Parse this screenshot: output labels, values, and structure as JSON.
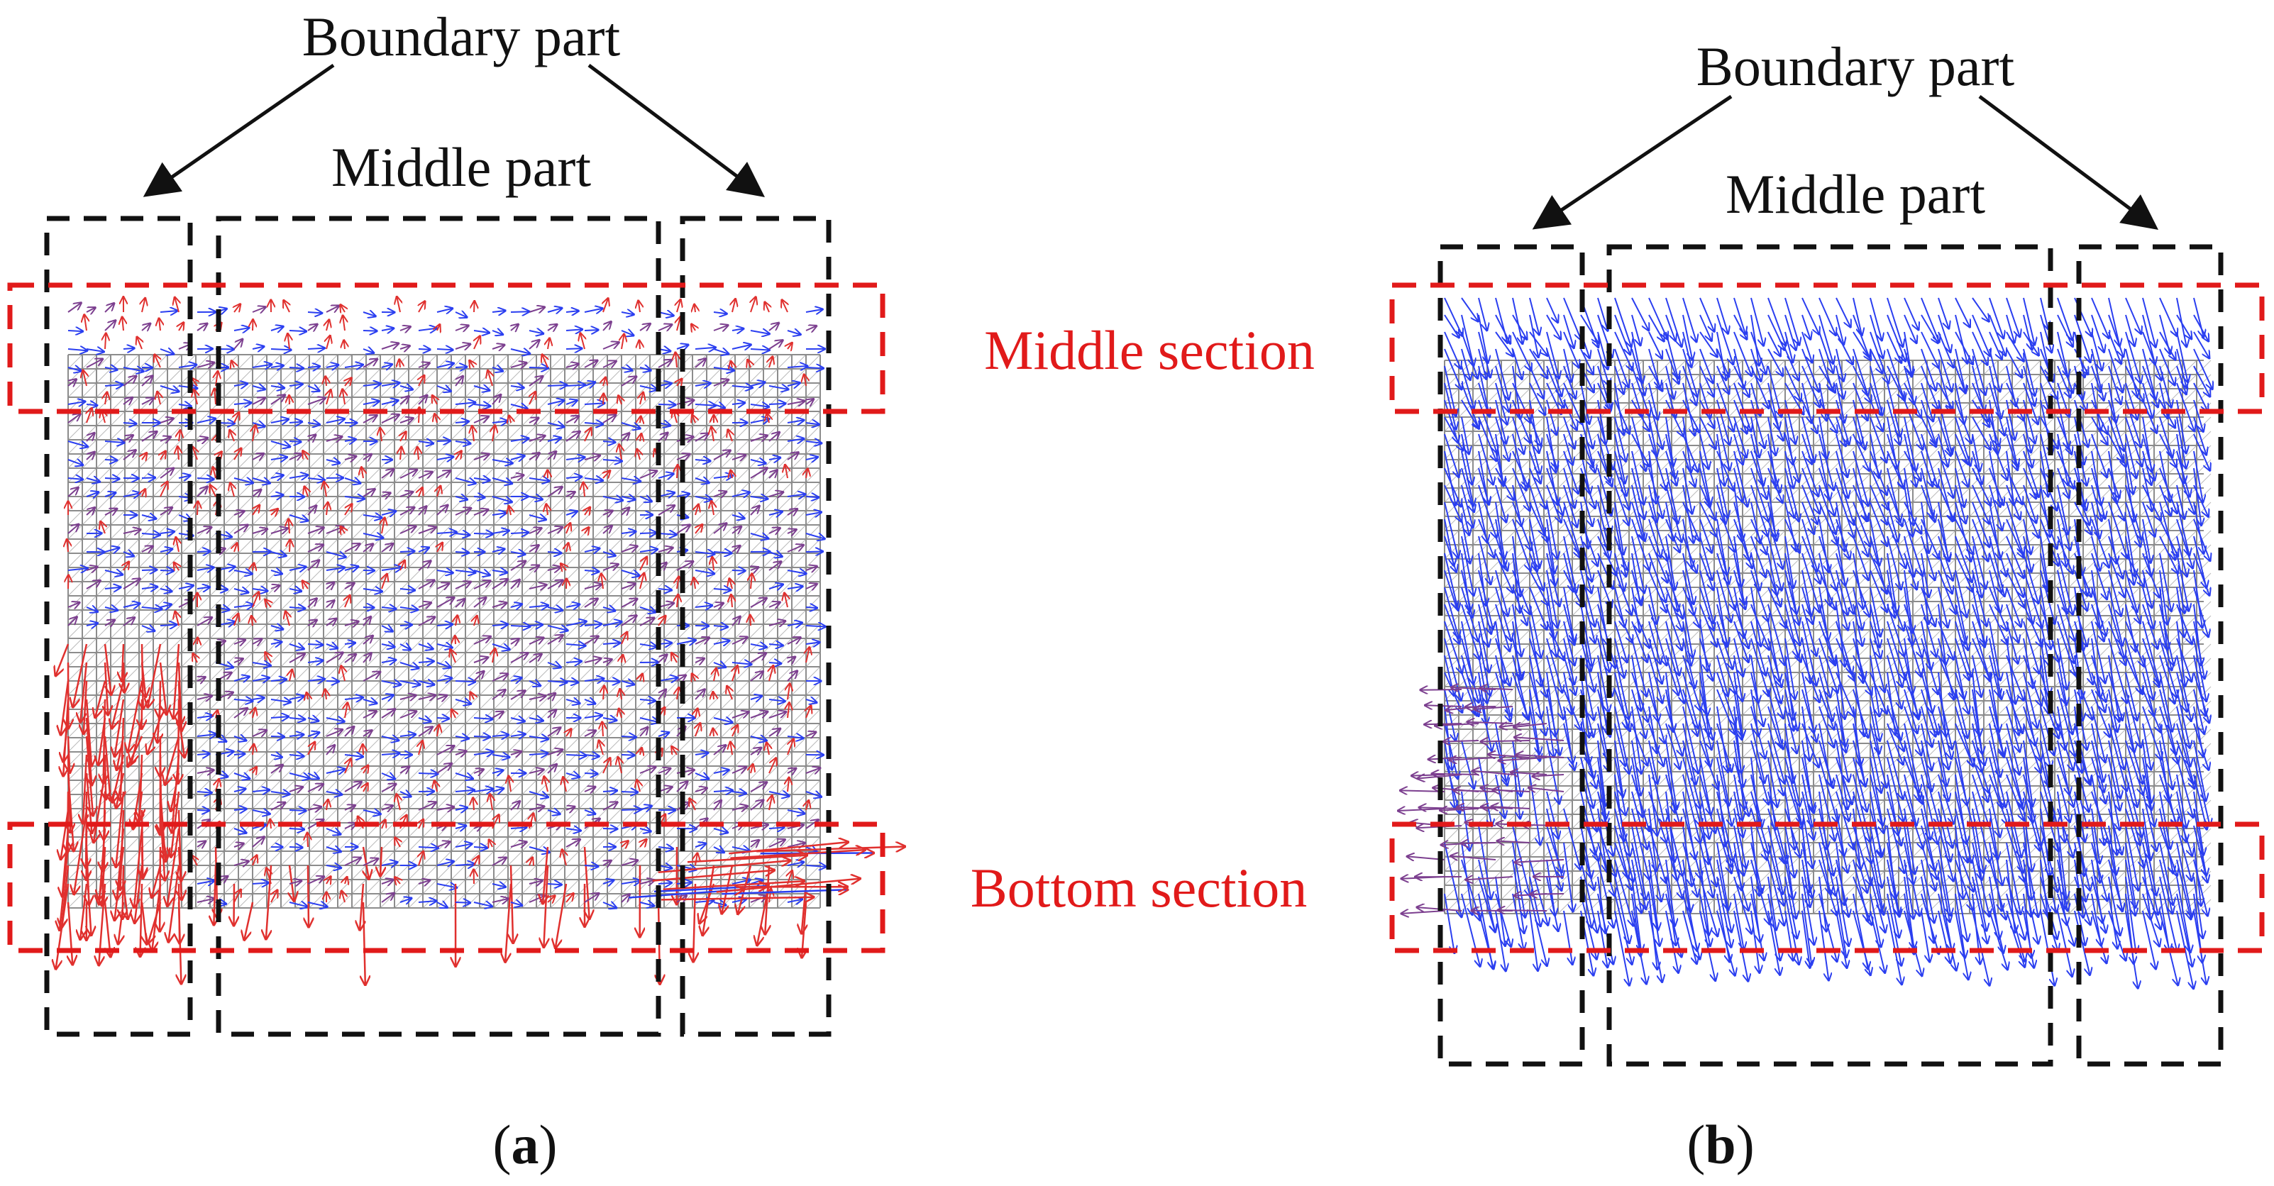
{
  "colors": {
    "grid": "#8c8c8c",
    "black_box": "#111111",
    "red_box": "#e11a1a",
    "vector_blue": "#2a3ef0",
    "vector_red": "#e0302e",
    "vector_purple": "#7c3f8f"
  },
  "panels": [
    {
      "id": "a",
      "label_open": "(",
      "label_letter": "a",
      "label_close": ")",
      "boundary_label": "Boundary part",
      "middle_label": "Middle part",
      "middle_section_label": "Middle section",
      "bottom_section_label": "Bottom section"
    },
    {
      "id": "b",
      "label_open": "(",
      "label_letter": "b",
      "label_close": ")",
      "boundary_label": "Boundary part",
      "middle_label": "Middle part"
    }
  ]
}
